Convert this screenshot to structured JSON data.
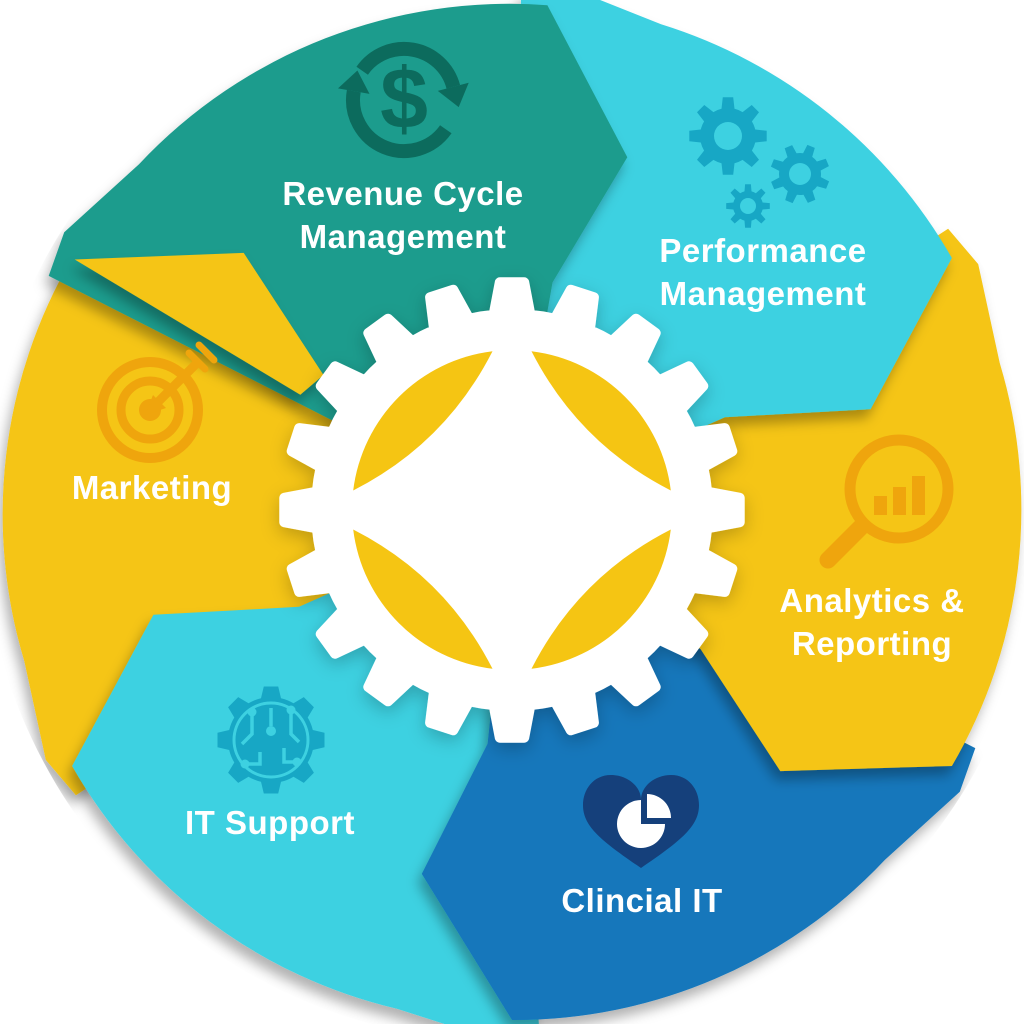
{
  "background_color": "#ffffff",
  "diagram": {
    "type": "cycle-diagram",
    "description": "Six chevron segments cycling clockwise around a central gear",
    "center": {
      "gear_color": "#ffffff",
      "ring_color": "#F5C513"
    },
    "shadow_color": "#000000"
  },
  "segments": [
    {
      "id": "revenue-cycle-management",
      "lines": [
        "Revenue Cycle",
        "Management"
      ],
      "color": "#1E9C8D",
      "icon": "dollar-cycle-icon",
      "icon_color": "#0C6B5D",
      "icon_symbol": "$"
    },
    {
      "id": "performance-management",
      "lines": [
        "Performance",
        "Management"
      ],
      "color": "#3DD1E1",
      "icon": "gears-icon",
      "icon_color": "#17A7C5"
    },
    {
      "id": "analytics-reporting",
      "lines": [
        "Analytics &",
        "Reporting"
      ],
      "color": "#F5C513",
      "icon": "magnifier-chart-icon",
      "icon_color": "#EFA50D"
    },
    {
      "id": "clinical-it",
      "lines": [
        "Clincial IT"
      ],
      "color": "#1477BB",
      "icon": "heart-pie-icon",
      "icon_color": "#15407B"
    },
    {
      "id": "it-support",
      "lines": [
        "IT Support"
      ],
      "color": "#3DD1E1",
      "icon": "circuit-gear-icon",
      "icon_color": "#17A7C5"
    },
    {
      "id": "marketing",
      "lines": [
        "Marketing"
      ],
      "color": "#F5C513",
      "icon": "target-arrow-icon",
      "icon_color": "#EFA50D"
    }
  ]
}
